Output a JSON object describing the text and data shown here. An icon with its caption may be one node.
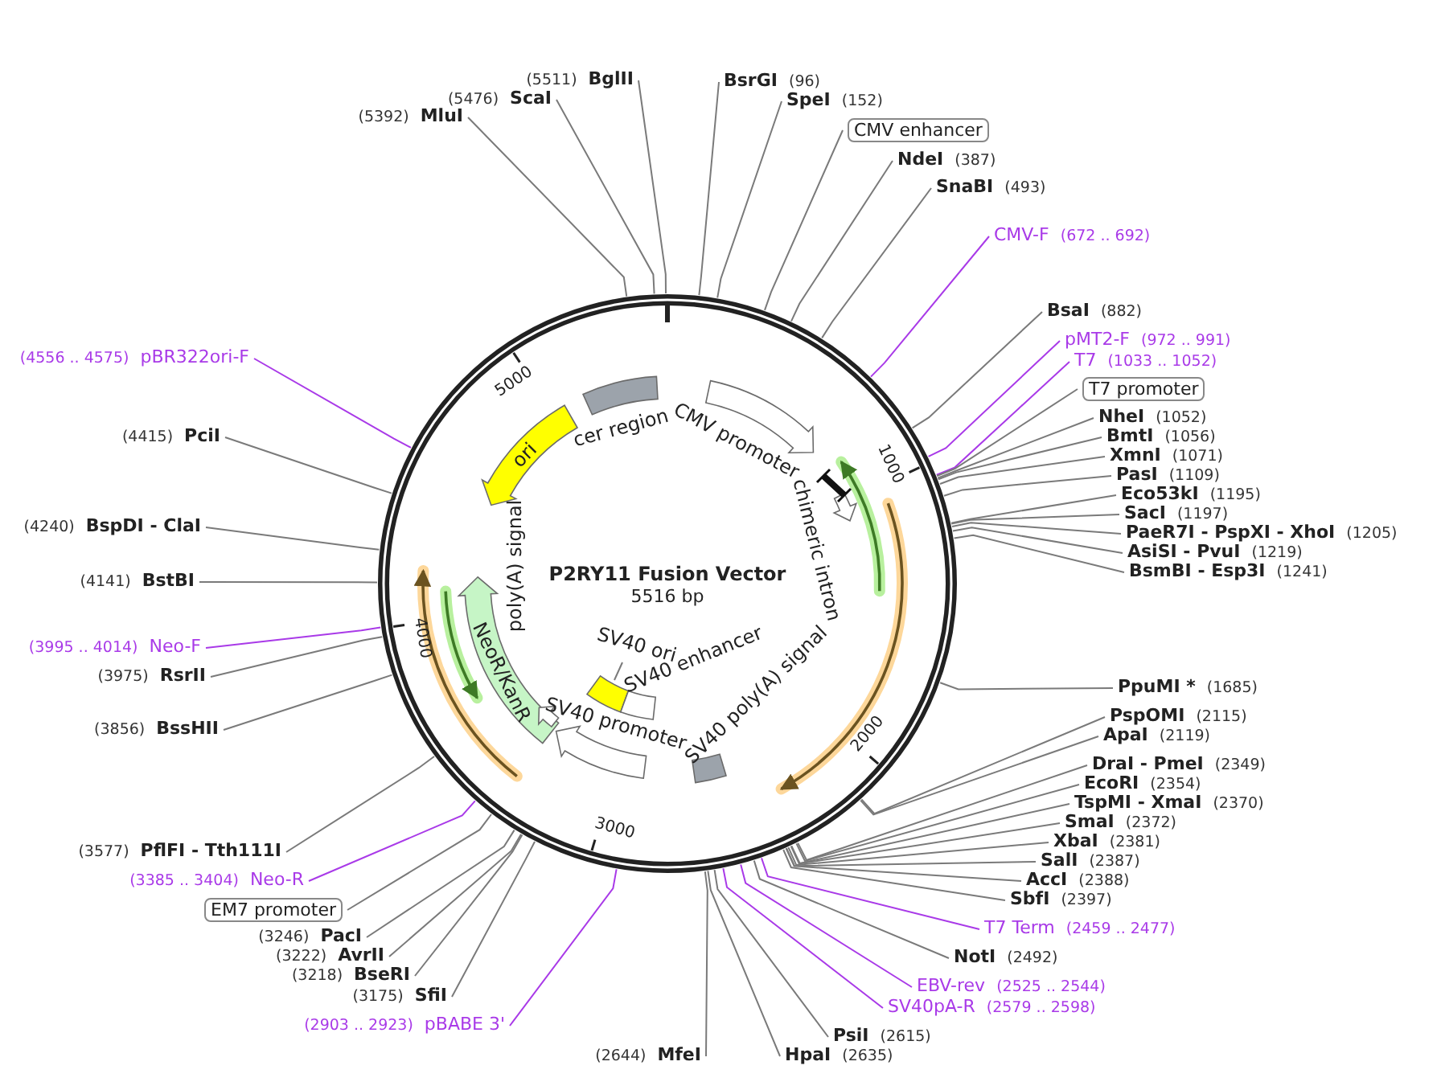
{
  "diagram": {
    "title": "P2RY11 Fusion Vector",
    "nodes": [
      {
        "text": [
          "cer region"
        ]
      },
      {
        "text": [
          "CMV promoter"
        ]
      },
      {
        "text": [
          "ori"
        ]
      },
      {
        "text": [
          "chimeric intron"
        ]
      },
      {
        "text": [
          "poly(A) signal"
        ]
      },
      {
        "text": [
          "NeoR/KanR"
        ]
      },
      {
        "text": [
          "SV40 ori"
        ]
      },
      {
        "text": [
          "SV40 enhancer"
        ]
      },
      {
        "text": [
          "SV40 poly(A) signal"
        ]
      },
      {
        "text": [
          "SV40 promoter"
        ]
      },
      {
        "text": [
          "BsrGI"
        ],
        "beside": [
          "(96)"
        ]
      },
      {
        "text": [
          "SpeI"
        ],
        "beside": [
          "(152)"
        ]
      },
      {
        "text": [
          "CMV enhancer"
        ]
      },
      {
        "text": [
          "NdeI"
        ],
        "beside": [
          "(387)"
        ]
      },
      {
        "text": [
          "SnaBI"
        ],
        "beside": [
          "(493)"
        ]
      },
      {
        "text": [
          "CMV-F"
        ],
        "beside": [
          "(672 .. 692)"
        ]
      },
      {
        "text": [
          "BsaI"
        ],
        "beside": [
          "(882)"
        ]
      },
      {
        "text": [
          "pMT2-F"
        ],
        "beside": [
          "(972 .. 991)"
        ]
      },
      {
        "text": [
          "T7"
        ],
        "beside": [
          "(1033 .. 1052)"
        ]
      },
      {
        "text": [
          "T7 promoter"
        ]
      },
      {
        "text": [
          "NheI"
        ],
        "beside": [
          "(1052)"
        ]
      },
      {
        "text": [
          "BmtI"
        ],
        "beside": [
          "(1056)"
        ]
      },
      {
        "text": [
          "XmnI"
        ],
        "beside": [
          "(1071)"
        ]
      },
      {
        "text": [
          "PasI"
        ],
        "beside": [
          "(1109)"
        ]
      },
      {
        "text": [
          "Eco53kI"
        ],
        "beside": [
          "(1195)"
        ]
      },
      {
        "text": [
          "SacI"
        ],
        "beside": [
          "(1197)"
        ]
      },
      {
        "text": [
          "PaeR7I - PspXI - XhoI"
        ],
        "beside": [
          "(1205)"
        ]
      },
      {
        "text": [
          "AsiSI - PvuI"
        ],
        "beside": [
          "(1219)"
        ]
      },
      {
        "text": [
          "BsmBI - Esp3I"
        ],
        "beside": [
          "(1241)"
        ]
      },
      {
        "text": [
          "PpuMI *"
        ],
        "beside": [
          "(1685)"
        ]
      },
      {
        "text": [
          "PspOMI"
        ],
        "beside": [
          "(2115)"
        ]
      },
      {
        "text": [
          "ApaI"
        ],
        "beside": [
          "(2119)"
        ]
      },
      {
        "text": [
          "DraI - PmeI"
        ],
        "beside": [
          "(2349)"
        ]
      },
      {
        "text": [
          "EcoRI"
        ],
        "beside": [
          "(2354)"
        ]
      },
      {
        "text": [
          "TspMI - XmaI"
        ],
        "beside": [
          "(2370)"
        ]
      },
      {
        "text": [
          "SmaI"
        ],
        "beside": [
          "(2372)"
        ]
      },
      {
        "text": [
          "XbaI"
        ],
        "beside": [
          "(2381)"
        ]
      },
      {
        "text": [
          "SalI"
        ],
        "beside": [
          "(2387)"
        ]
      },
      {
        "text": [
          "AccI"
        ],
        "beside": [
          "(2388)"
        ]
      },
      {
        "text": [
          "SbfI"
        ],
        "beside": [
          "(2397)"
        ]
      },
      {
        "text": [
          "T7 Term"
        ],
        "beside": [
          "(2459 .. 2477)"
        ]
      },
      {
        "text": [
          "NotI"
        ],
        "beside": [
          "(2492)"
        ]
      },
      {
        "text": [
          "EBV-rev"
        ],
        "beside": [
          "(2525 .. 2544)"
        ]
      },
      {
        "text": [
          "SV40pA-R"
        ],
        "beside": [
          "(2579 .. 2598)"
        ]
      },
      {
        "text": [
          "PsiI"
        ],
        "beside": [
          "(2615)"
        ]
      },
      {
        "text": [
          "HpaI"
        ],
        "beside": [
          "(2635)"
        ]
      },
      {
        "text": [
          "MfeI"
        ],
        "beside": [
          "(2644)"
        ]
      },
      {
        "text": [
          "pBABE 3'"
        ],
        "beside": [
          "(2903 .. 2923)"
        ]
      },
      {
        "text": [
          "SfiI"
        ],
        "beside": [
          "(3175)"
        ]
      },
      {
        "text": [
          "BseRI"
        ],
        "beside": [
          "(3218)"
        ]
      },
      {
        "text": [
          "AvrII"
        ],
        "beside": [
          "(3222)"
        ]
      },
      {
        "text": [
          "PacI"
        ],
        "beside": [
          "(3246)"
        ]
      },
      {
        "text": [
          "EM7 promoter"
        ]
      },
      {
        "text": [
          "Neo-R"
        ],
        "beside": [
          "(3385 .. 3404)"
        ]
      },
      {
        "text": [
          "PflFI - Tth111I"
        ],
        "beside": [
          "(3577)"
        ]
      },
      {
        "text": [
          "BssHII"
        ],
        "beside": [
          "(3856)"
        ]
      },
      {
        "text": [
          "RsrII"
        ],
        "beside": [
          "(3975)"
        ]
      },
      {
        "text": [
          "Neo-F"
        ],
        "beside": [
          "(3995 .. 4014)"
        ]
      },
      {
        "text": [
          "BstBI"
        ],
        "beside": [
          "(4141)"
        ]
      },
      {
        "text": [
          "BspDI - ClaI"
        ],
        "beside": [
          "(4240)"
        ]
      },
      {
        "text": [
          "PciI"
        ],
        "beside": [
          "(4415)"
        ]
      },
      {
        "text": [
          "pBR322ori-F"
        ],
        "beside": [
          "(4556 .. 4575)"
        ]
      },
      {
        "text": [
          "MluI"
        ],
        "beside": [
          "(5392)"
        ]
      },
      {
        "text": [
          "ScaI"
        ],
        "beside": [
          "(5476)"
        ]
      },
      {
        "text": [
          "BglII"
        ],
        "beside": [
          "(5511)"
        ]
      }
    ],
    "edges": [
      {
        "from": 6,
        "to": null,
        "arrow": "none"
      },
      {
        "from": 10,
        "to": null,
        "arrow": "none"
      },
      {
        "from": 11,
        "to": null,
        "arrow": "none"
      },
      {
        "from": 12,
        "to": null,
        "arrow": "none"
      },
      {
        "from": 13,
        "to": null,
        "arrow": "none"
      },
      {
        "from": 14,
        "to": null,
        "arrow": "none"
      },
      {
        "from": 15,
        "to": null,
        "arrow": "none",
        "color": "#a93ae8"
      },
      {
        "from": 16,
        "to": null,
        "arrow": "none"
      },
      {
        "from": 17,
        "to": null,
        "arrow": "none",
        "color": "#a93ae8"
      },
      {
        "from": 18,
        "to": null,
        "arrow": "none",
        "color": "#a93ae8"
      },
      {
        "from": 19,
        "to": null,
        "arrow": "none"
      },
      {
        "from": 20,
        "to": null,
        "arrow": "none"
      },
      {
        "from": 21,
        "to": null,
        "arrow": "none"
      },
      {
        "from": 22,
        "to": null,
        "arrow": "none"
      },
      {
        "from": 23,
        "to": null,
        "arrow": "none"
      },
      {
        "from": 24,
        "to": null,
        "arrow": "none"
      },
      {
        "from": 25,
        "to": null,
        "arrow": "none"
      },
      {
        "from": 26,
        "to": null,
        "arrow": "none"
      },
      {
        "from": 27,
        "to": null,
        "arrow": "none"
      },
      {
        "from": 28,
        "to": null,
        "arrow": "none"
      },
      {
        "from": 29,
        "to": null,
        "arrow": "none"
      },
      {
        "from": 30,
        "to": null,
        "arrow": "none"
      },
      {
        "from": 31,
        "to": null,
        "arrow": "none"
      },
      {
        "from": 32,
        "to": null,
        "arrow": "none"
      },
      {
        "from": 33,
        "to": null,
        "arrow": "none"
      },
      {
        "from": 34,
        "to": null,
        "arrow": "none"
      },
      {
        "from": 35,
        "to": null,
        "arrow": "none"
      },
      {
        "from": 36,
        "to": null,
        "arrow": "none"
      },
      {
        "from": 37,
        "to": null,
        "arrow": "none"
      },
      {
        "from": 38,
        "to": null,
        "arrow": "none"
      },
      {
        "from": 39,
        "to": null,
        "arrow": "none"
      },
      {
        "from": 40,
        "to": null,
        "arrow": "none",
        "color": "#a93ae8"
      },
      {
        "from": 41,
        "to": null,
        "arrow": "none"
      },
      {
        "from": 42,
        "to": null,
        "arrow": "none",
        "color": "#a93ae8"
      },
      {
        "from": 43,
        "to": null,
        "arrow": "none",
        "color": "#a93ae8"
      },
      {
        "from": 44,
        "to": null,
        "arrow": "none"
      },
      {
        "from": 45,
        "to": null,
        "arrow": "none"
      },
      {
        "from": 46,
        "to": null,
        "arrow": "none"
      },
      {
        "from": 47,
        "to": null,
        "arrow": "none",
        "color": "#a93ae8"
      },
      {
        "from": 48,
        "to": null,
        "arrow": "none"
      },
      {
        "from": 49,
        "to": null,
        "arrow": "none"
      },
      {
        "from": 50,
        "to": null,
        "arrow": "none"
      },
      {
        "from": 51,
        "to": null,
        "arrow": "none"
      },
      {
        "from": 52,
        "to": null,
        "arrow": "none"
      },
      {
        "from": 53,
        "to": null,
        "arrow": "none",
        "color": "#a93ae8"
      },
      {
        "from": 54,
        "to": null,
        "arrow": "none"
      },
      {
        "from": 55,
        "to": null,
        "arrow": "none"
      },
      {
        "from": 56,
        "to": null,
        "arrow": "none"
      },
      {
        "from": 57,
        "to": null,
        "arrow": "none",
        "color": "#a93ae8"
      },
      {
        "from": 58,
        "to": null,
        "arrow": "none"
      },
      {
        "from": 59,
        "to": null,
        "arrow": "none"
      },
      {
        "from": 60,
        "to": null,
        "arrow": "none"
      },
      {
        "from": 61,
        "to": null,
        "arrow": "none",
        "color": "#a93ae8"
      },
      {
        "from": 62,
        "to": null,
        "arrow": "none"
      },
      {
        "from": 63,
        "to": null,
        "arrow": "none"
      },
      {
        "from": 64,
        "to": null,
        "arrow": "none"
      }
    ],
    "labels": [
      "5000",
      "1000",
      "5516 bp",
      "4000",
      "2000",
      "3000"
    ]
  }
}
